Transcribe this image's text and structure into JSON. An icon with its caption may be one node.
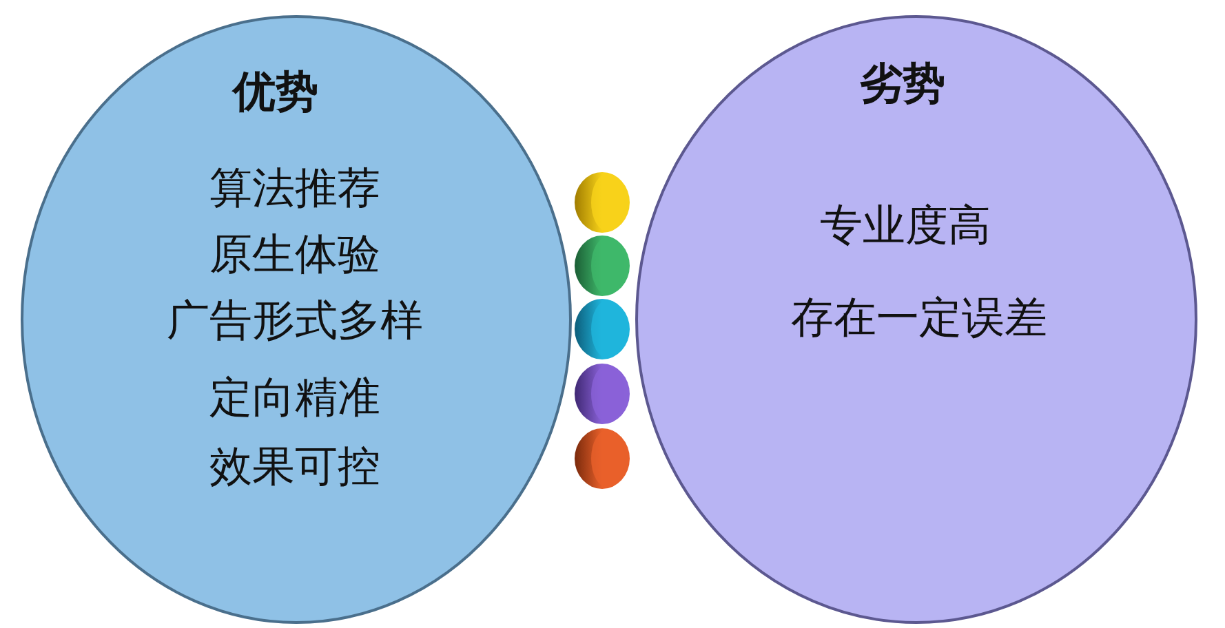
{
  "diagram": {
    "nodes": [
      {
        "text": [
          "优势",
          "算法推荐",
          "原生体验",
          "广告形式多样",
          "定向精准",
          "效果可控"
        ]
      },
      {
        "text": [
          "劣势",
          "专业度高",
          "存在一定误差"
        ]
      }
    ]
  }
}
